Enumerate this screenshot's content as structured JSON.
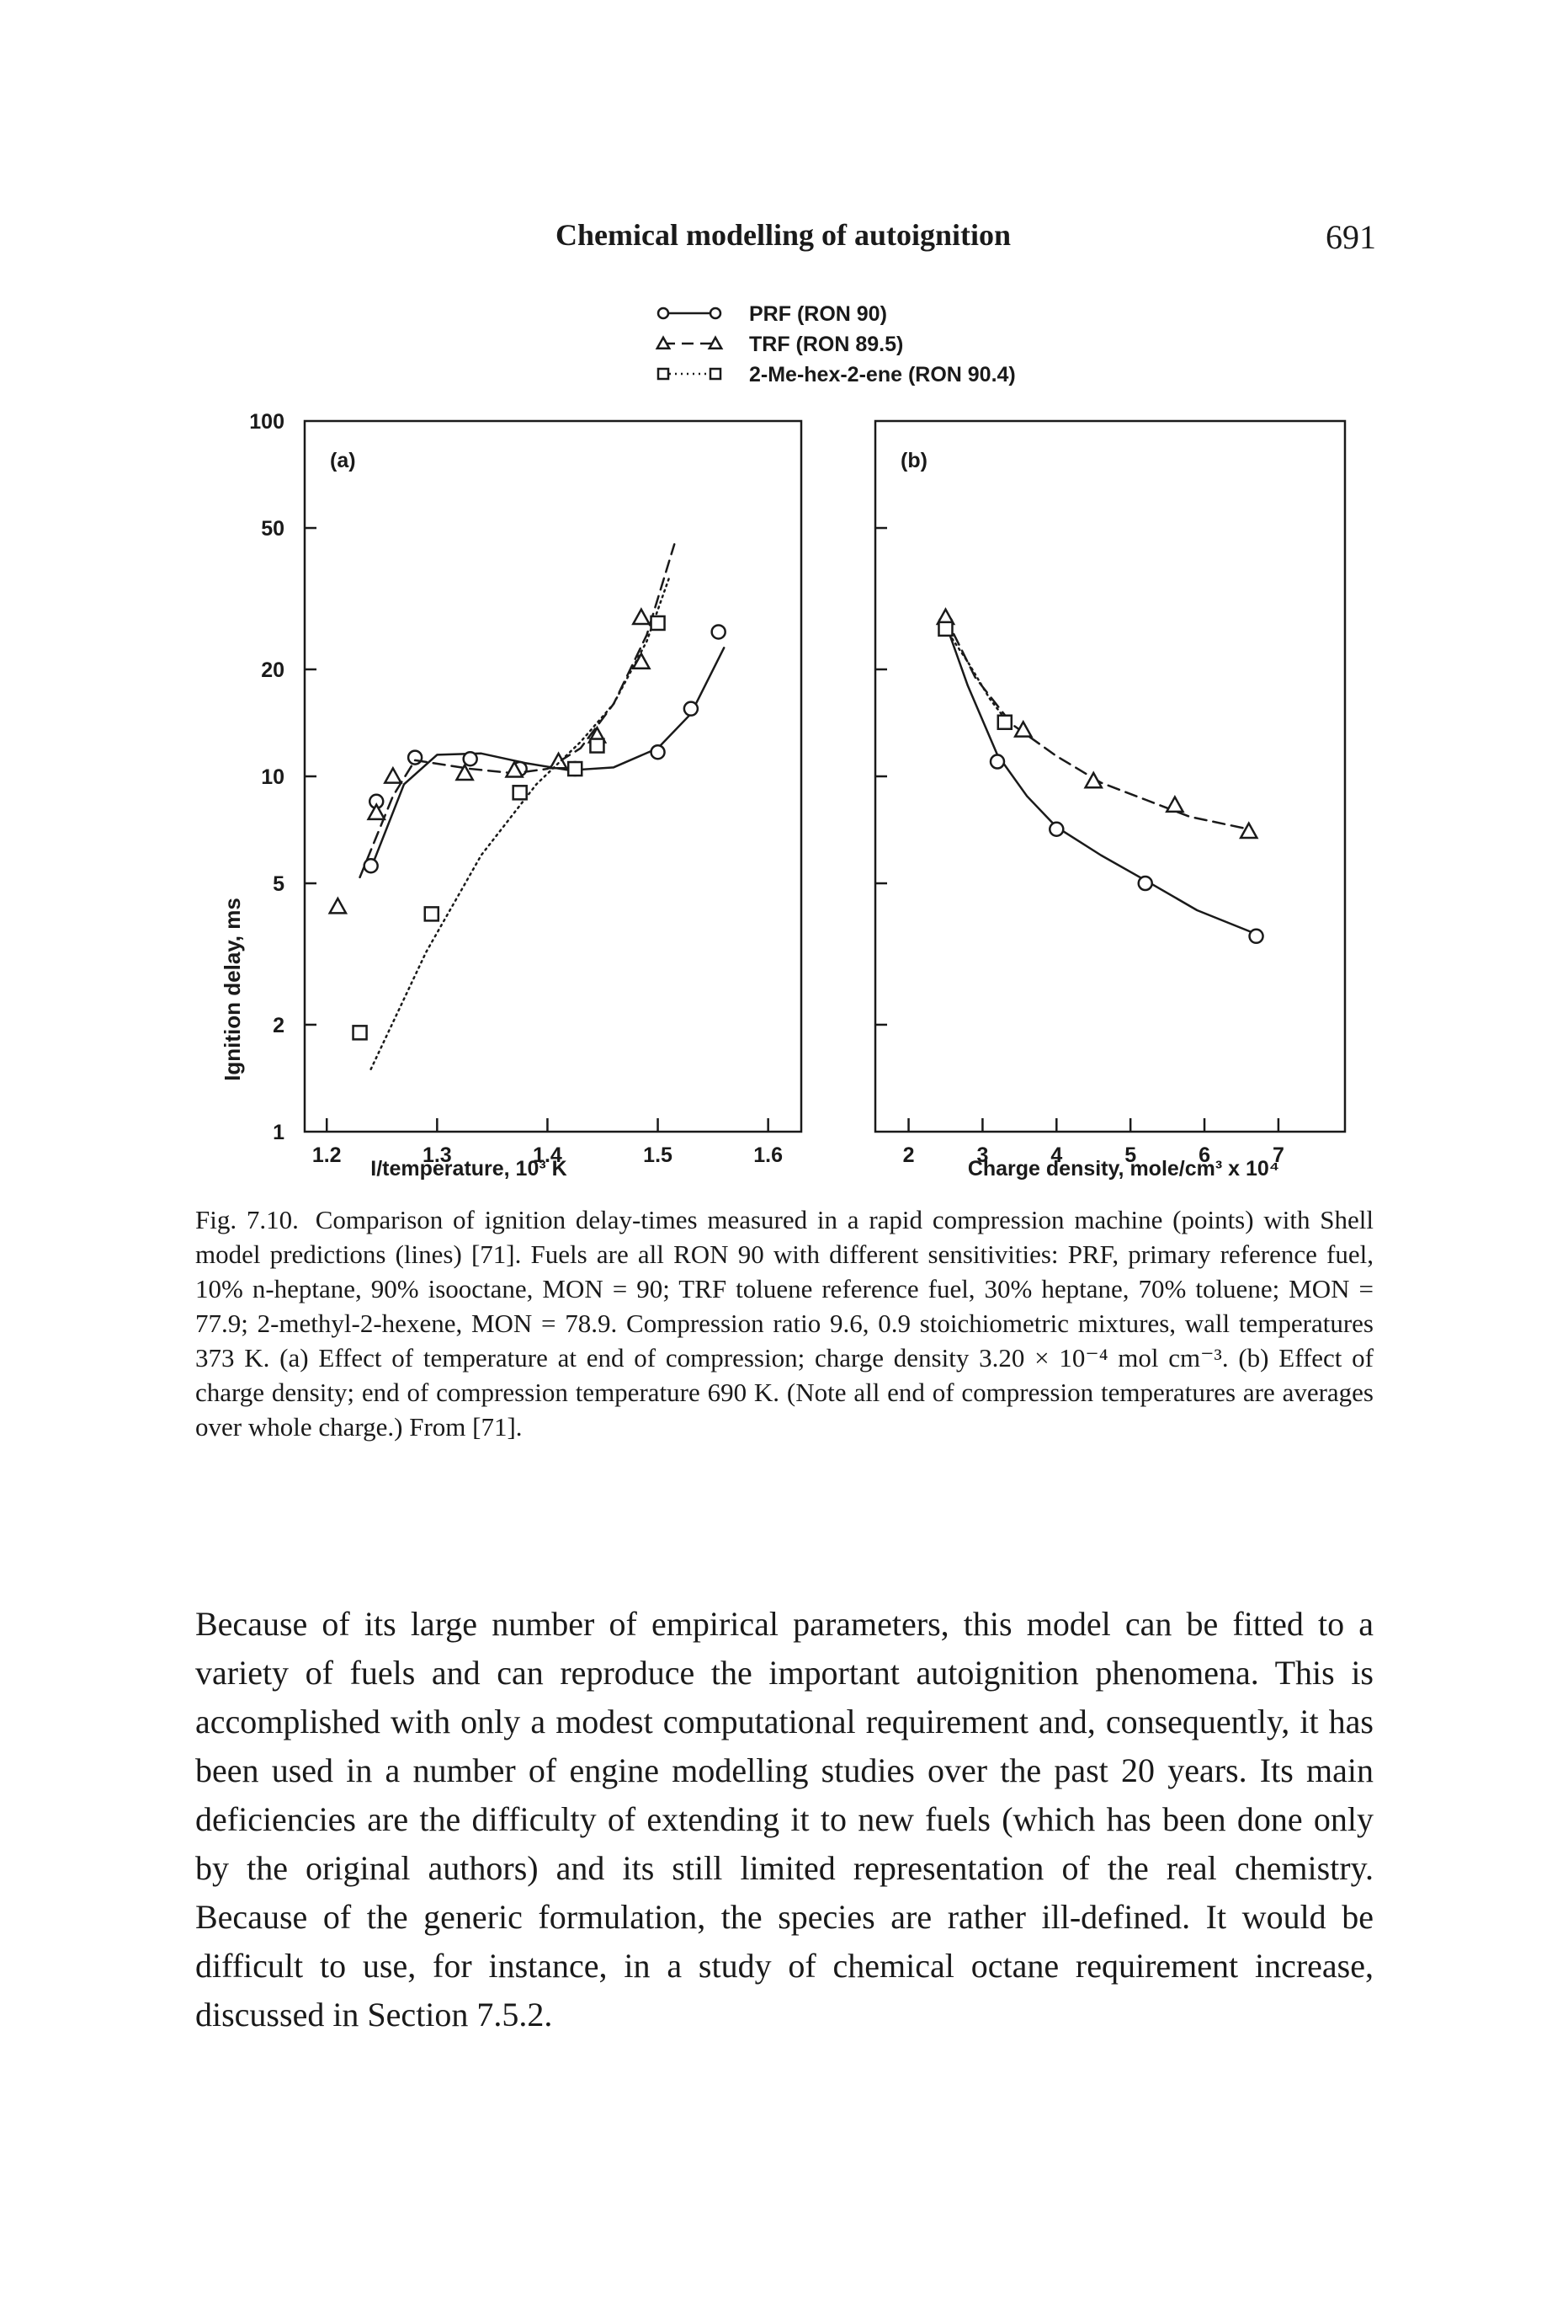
{
  "running_head": {
    "title": "Chemical modelling of autoignition",
    "page_number": "691"
  },
  "legend": {
    "entries": [
      {
        "label": "PRF (RON 90)",
        "style": "solid",
        "marker": "circle"
      },
      {
        "label": "TRF (RON 89.5)",
        "style": "dashed",
        "marker": "triangle"
      },
      {
        "label": "2-Me-hex-2-ene (RON 90.4)",
        "style": "dotted",
        "marker": "square"
      }
    ]
  },
  "chart_data": [
    {
      "type": "scatter",
      "panel_label": "(a)",
      "xlabel": "I/temperature, 10³ K",
      "ylabel": "Ignition delay, ms",
      "xlim": [
        1.18,
        1.63
      ],
      "ylim": [
        1,
        100
      ],
      "yscale": "log",
      "x_ticks": [
        1.2,
        1.3,
        1.4,
        1.5,
        1.6
      ],
      "y_ticks": [
        1,
        2,
        5,
        10,
        20,
        50,
        100
      ],
      "y_tick_labels": [
        "1",
        "2",
        "5",
        "10",
        "20",
        "50",
        "100"
      ],
      "series": [
        {
          "name": "PRF (RON 90)",
          "marker": "circle",
          "points": [
            [
              1.24,
              5.6
            ],
            [
              1.245,
              8.5
            ],
            [
              1.28,
              11.3
            ],
            [
              1.33,
              11.2
            ],
            [
              1.375,
              10.5
            ],
            [
              1.425,
              10.5
            ],
            [
              1.5,
              11.7
            ],
            [
              1.53,
              15.5
            ],
            [
              1.555,
              25.5
            ]
          ],
          "line": [
            [
              1.24,
              5.5
            ],
            [
              1.27,
              9.5
            ],
            [
              1.3,
              11.5
            ],
            [
              1.34,
              11.6
            ],
            [
              1.38,
              10.9
            ],
            [
              1.42,
              10.4
            ],
            [
              1.46,
              10.6
            ],
            [
              1.5,
              12
            ],
            [
              1.53,
              15
            ],
            [
              1.56,
              23
            ]
          ]
        },
        {
          "name": "TRF (RON 89.5)",
          "marker": "triangle",
          "points": [
            [
              1.21,
              4.3
            ],
            [
              1.245,
              7.9
            ],
            [
              1.26,
              10
            ],
            [
              1.325,
              10.2
            ],
            [
              1.37,
              10.4
            ],
            [
              1.41,
              11
            ],
            [
              1.445,
              13
            ],
            [
              1.485,
              21
            ],
            [
              1.485,
              28
            ]
          ],
          "line": [
            [
              1.23,
              5.2
            ],
            [
              1.26,
              8.8
            ],
            [
              1.28,
              11.1
            ],
            [
              1.33,
              10.5
            ],
            [
              1.37,
              10.2
            ],
            [
              1.4,
              10.5
            ],
            [
              1.43,
              12
            ],
            [
              1.46,
              16
            ],
            [
              1.49,
              25
            ],
            [
              1.515,
              45
            ]
          ]
        },
        {
          "name": "2-Me-hex-2-ene (RON 90.4)",
          "marker": "square",
          "points": [
            [
              1.23,
              1.9
            ],
            [
              1.295,
              4.1
            ],
            [
              1.375,
              9
            ],
            [
              1.425,
              10.5
            ],
            [
              1.445,
              12.2
            ],
            [
              1.5,
              27
            ]
          ],
          "line": [
            [
              1.24,
              1.5
            ],
            [
              1.29,
              3.2
            ],
            [
              1.34,
              6
            ],
            [
              1.39,
              9.5
            ],
            [
              1.43,
              12.5
            ],
            [
              1.46,
              16
            ],
            [
              1.49,
              24
            ],
            [
              1.51,
              36
            ]
          ]
        }
      ]
    },
    {
      "type": "scatter",
      "panel_label": "(b)",
      "xlabel": "Charge density, mole/cm³ x 10⁴",
      "ylabel": "Ignition delay, ms",
      "xlim": [
        1.55,
        7.9
      ],
      "ylim": [
        1,
        100
      ],
      "yscale": "log",
      "x_ticks": [
        2,
        3,
        4,
        5,
        6,
        7
      ],
      "series": [
        {
          "name": "PRF (RON 90)",
          "marker": "circle",
          "points": [
            [
              2.5,
              27
            ],
            [
              3.2,
              11
            ],
            [
              4.0,
              7.1
            ],
            [
              5.2,
              5
            ],
            [
              6.7,
              3.55
            ]
          ],
          "line": [
            [
              2.5,
              27
            ],
            [
              2.8,
              18
            ],
            [
              3.2,
              11.5
            ],
            [
              3.6,
              8.8
            ],
            [
              4.0,
              7.2
            ],
            [
              4.6,
              6
            ],
            [
              5.2,
              5.1
            ],
            [
              5.9,
              4.2
            ],
            [
              6.7,
              3.6
            ]
          ]
        },
        {
          "name": "TRF (RON 89.5)",
          "marker": "triangle",
          "points": [
            [
              2.5,
              28
            ],
            [
              3.55,
              13.5
            ],
            [
              4.5,
              9.7
            ],
            [
              5.6,
              8.3
            ],
            [
              6.6,
              7
            ]
          ],
          "line": [
            [
              2.5,
              28
            ],
            [
              2.9,
              19
            ],
            [
              3.4,
              14
            ],
            [
              4.0,
              11.4
            ],
            [
              4.6,
              9.6
            ],
            [
              5.2,
              8.6
            ],
            [
              5.8,
              7.7
            ],
            [
              6.6,
              7.1
            ]
          ]
        },
        {
          "name": "2-Me-hex-2-ene (RON 90.4)",
          "marker": "square",
          "points": [
            [
              2.5,
              26
            ],
            [
              3.3,
              14.2
            ]
          ],
          "line": [
            [
              2.5,
              26
            ],
            [
              2.8,
              21
            ],
            [
              3.1,
              16.5
            ],
            [
              3.35,
              14.1
            ]
          ]
        }
      ]
    }
  ],
  "caption": {
    "label": "Fig. 7.10.",
    "text": "Comparison of ignition delay-times measured in a rapid compression machine (points) with Shell model predictions (lines) [71]. Fuels are all RON 90 with different sensitivities: PRF, primary reference fuel, 10% n-heptane, 90% isooctane, MON = 90; TRF toluene reference fuel, 30% heptane, 70% toluene; MON = 77.9; 2-methyl-2-hexene, MON = 78.9. Compression ratio 9.6, 0.9 stoichiometric mixtures, wall temperatures 373 K. (a) Effect of temperature at end of compression; charge density 3.20 × 10⁻⁴ mol cm⁻³. (b) Effect of charge density; end of compression temperature 690 K. (Note all end of compression temperatures are averages over whole charge.) From [71]."
  },
  "body": {
    "paragraph": "Because of its large number of empirical parameters, this model can be fitted to a variety of fuels and can reproduce the important autoignition phenomena. This is accomplished with only a modest computational requirement and, consequently, it has been used in a number of engine modelling studies over the past 20 years. Its main deficiencies are the difficulty of extending it to new fuels (which has been done only by the original authors) and its still limited representation of the real chemistry. Because of the generic formulation, the species are rather ill-defined. It would be difficult to use, for instance, in a study of chemical octane requirement increase, discussed in Section 7.5.2."
  },
  "style": {
    "ink": "#1a1a1a"
  }
}
